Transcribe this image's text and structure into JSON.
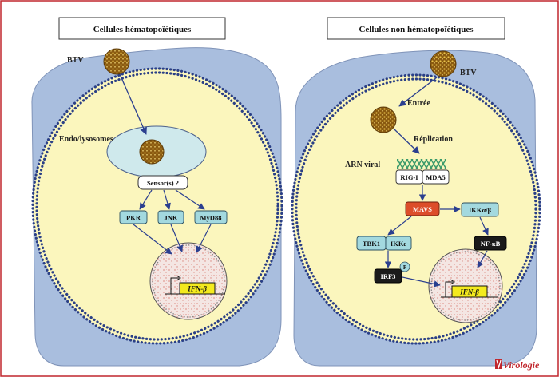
{
  "left_panel": {
    "title": "Cellules hématopoïétiques",
    "virus_label": "BTV",
    "compartment_label": "Endo/lysosomes",
    "sensor_label": "Sensor(s) ?",
    "pathways": [
      "PKR",
      "JNK",
      "MyD88"
    ],
    "gene_label": "IFN-β"
  },
  "right_panel": {
    "title": "Cellules non hématopoïétiques",
    "virus_label": "BTV",
    "entry_label": "Entrée",
    "replication_label": "Réplication",
    "rna_label": "ARN viral",
    "receptors": [
      "RIG-I",
      "MDA5"
    ],
    "adaptor_label": "MAVS",
    "ikk_label": "IKKα/β",
    "kinases": [
      "TBK1",
      "IKKε"
    ],
    "nfkb_label": "NF-κB",
    "irf_label": "IRF3",
    "phospho_label": "P",
    "gene_label": "IFN-β"
  },
  "logo": {
    "text": "Virologie"
  },
  "colors": {
    "outer_cell": "#a9bede",
    "cytoplasm": "#fbf6bd",
    "membrane_dot": "#2a3f86",
    "endosome": "#cfe9ec",
    "protein_box": "#a3d9df",
    "mavs_box": "#dc4d2a",
    "dark_box": "#1a1a1a",
    "gene_box": "#f4ea1e",
    "arrow": "#2b3f8f",
    "frame": "#c0262d"
  }
}
